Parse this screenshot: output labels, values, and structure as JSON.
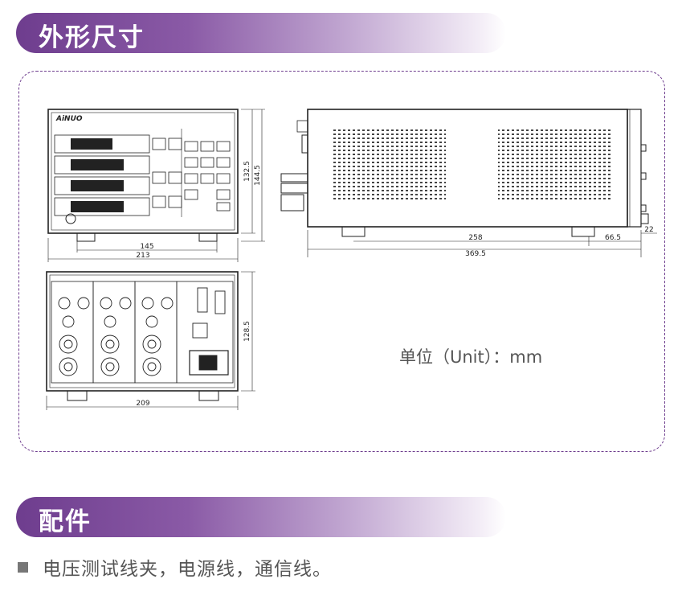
{
  "sections": {
    "dimensions_title": "外形尺寸",
    "accessories_title": "配件"
  },
  "drawing": {
    "brand": "AiNUO",
    "dims": {
      "front_inner_width": "145",
      "front_outer_width": "213",
      "front_height": "132.5",
      "front_height_total": "144.5",
      "side_depth_body": "258",
      "side_depth_total": "369.5",
      "side_rear_ext": "66.5",
      "side_foot": "22",
      "rear_width": "209",
      "rear_height": "128.5"
    }
  },
  "unit_label": "单位（Unit）：mm",
  "accessories": {
    "item": "电压测试线夹，电源线，通信线。"
  },
  "colors": {
    "accent": "#6e3d8e",
    "text": "#555555"
  }
}
